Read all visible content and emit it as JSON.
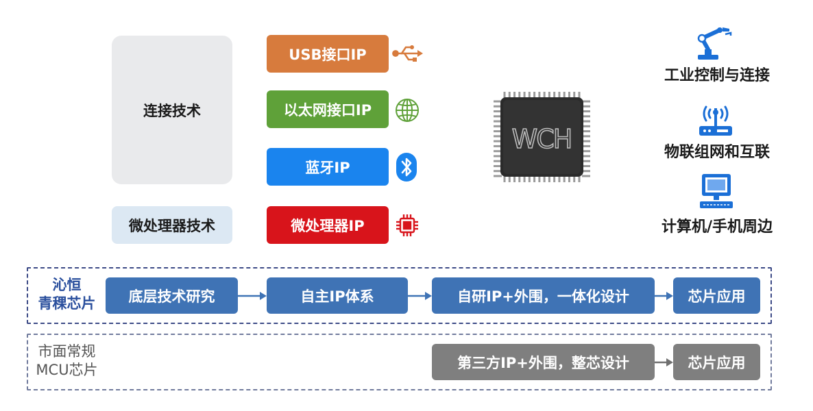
{
  "left_blocks": {
    "connect_tech": "连接技术",
    "mcu_tech": "微处理器技术"
  },
  "ip_blocks": {
    "usb": "USB接口IP",
    "ethernet": "以太网接口IP",
    "bluetooth": "蓝牙IP",
    "microprocessor": "微处理器IP"
  },
  "chip": {
    "logo_text": "WCH"
  },
  "applications": {
    "industrial": "工业控制与连接",
    "iot": "物联组网和互联",
    "computer": "计算机/手机周边"
  },
  "lane_qinheng": {
    "label_line1": "沁恒",
    "label_line2": "青稞芯片",
    "steps": [
      "底层技术研究",
      "自主IP体系",
      "自研IP+外围，一体化设计",
      "芯片应用"
    ]
  },
  "lane_market": {
    "label_line1": "市面常规",
    "label_line2": "MCU芯片",
    "steps": [
      "第三方IP+外围，整芯设计",
      "芯片应用"
    ]
  },
  "colors": {
    "usb": "#d77b3d",
    "ethernet": "#5fa139",
    "bluetooth": "#1a84ee",
    "microprocessor": "#d8141b",
    "flow_blue": "#3f73b5",
    "flow_gray": "#7f7f7f",
    "chip_body": "#2b2b2b"
  }
}
